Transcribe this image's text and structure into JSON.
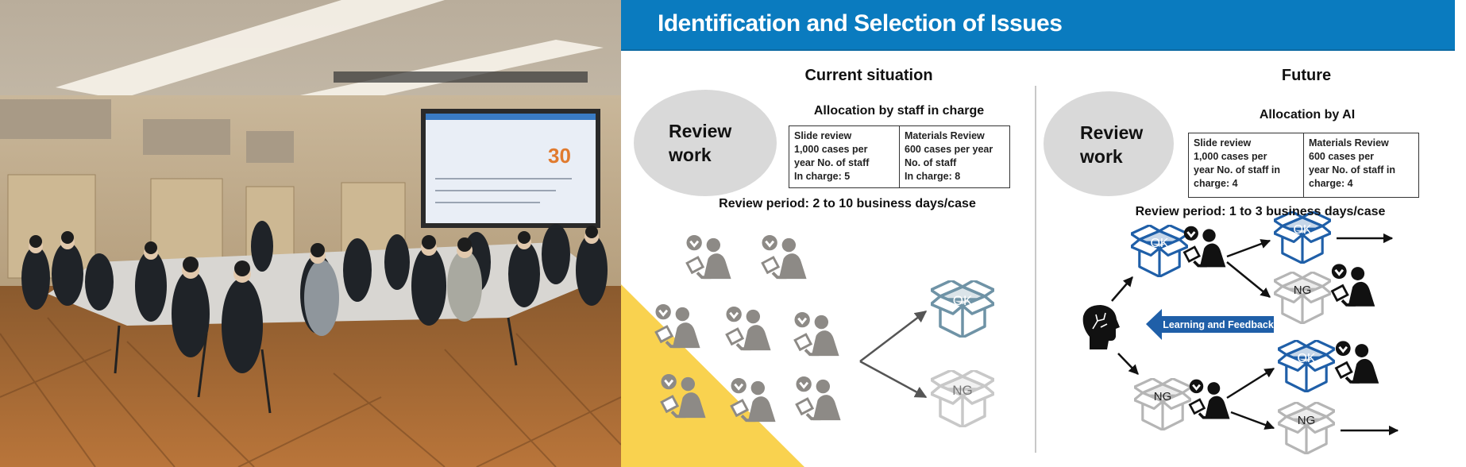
{
  "photo": {
    "screen_number": "30"
  },
  "slide": {
    "title": "Identification and Selection of Issues",
    "current": {
      "heading": "Current situation",
      "ellipse_lines": [
        "Review",
        "work"
      ],
      "allocation": "Allocation by staff in charge",
      "table": [
        [
          "Slide review",
          "1,000 cases per",
          "year No. of staff",
          "In charge: 5"
        ],
        [
          "Materials Review",
          "600 cases per  year",
          "No. of staff",
          "In charge: 8"
        ]
      ],
      "period": "Review period: 2 to 10 business days/case",
      "ok_label": "OK",
      "ng_label": "NG"
    },
    "future": {
      "heading": "Future",
      "ellipse_lines": [
        "Review",
        "work"
      ],
      "allocation": "Allocation by AI",
      "table": [
        [
          "Slide review",
          "1,000 cases per",
          "year No. of staff in",
          "charge: 4"
        ],
        [
          "Materials Review",
          "600 cases per",
          "year No. of staff in",
          "charge: 4"
        ]
      ],
      "period": "Review period: 1 to 3 business days/case",
      "feedback_label": "Learning and Feedback",
      "ok_label": "OK",
      "ng_label": "NG"
    },
    "colors": {
      "title_bar": "#0a7bbf",
      "ok_blue": "#1f5fa8",
      "ng_gray": "#b5b5b5",
      "yellow": "#f9d24f"
    }
  }
}
